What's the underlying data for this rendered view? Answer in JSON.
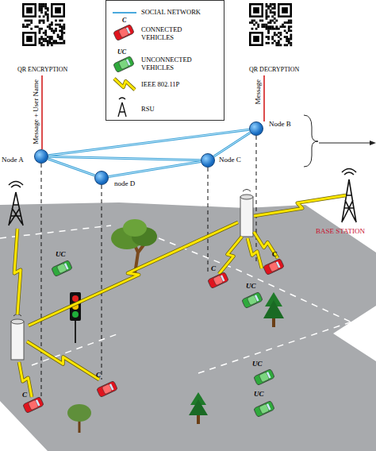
{
  "diagram": {
    "nodes": [
      {
        "text": [
          "Node A"
        ]
      },
      {
        "text": [
          "node D"
        ]
      },
      {
        "text": [
          "Node C"
        ]
      },
      {
        "text": [
          "Node B"
        ]
      }
    ],
    "edges": [
      {
        "from": 0,
        "to": 3,
        "arrow": "none"
      },
      {
        "from": 0,
        "to": 1,
        "arrow": "none"
      },
      {
        "from": 0,
        "to": 2,
        "arrow": "none"
      },
      {
        "from": 1,
        "to": 2,
        "arrow": "none"
      },
      {
        "from": 2,
        "to": 3,
        "arrow": "none"
      }
    ],
    "labels": [
      "QR ENCRYPTION",
      "QR DECRYPTION",
      "Message + User Name",
      "Message",
      "BASE STATION",
      "C",
      "UC",
      "UC",
      "C",
      "C",
      "UC",
      "UC",
      "UC",
      "C",
      "C"
    ],
    "legend": [
      {
        "text": "SOCIAL NETWORK"
      },
      {
        "text": "CONNECTED VEHICLES"
      },
      {
        "text": "UNCONNECTED VEHICLES"
      },
      {
        "text": "IEEE 802.11P"
      },
      {
        "text": "RSU"
      }
    ]
  }
}
